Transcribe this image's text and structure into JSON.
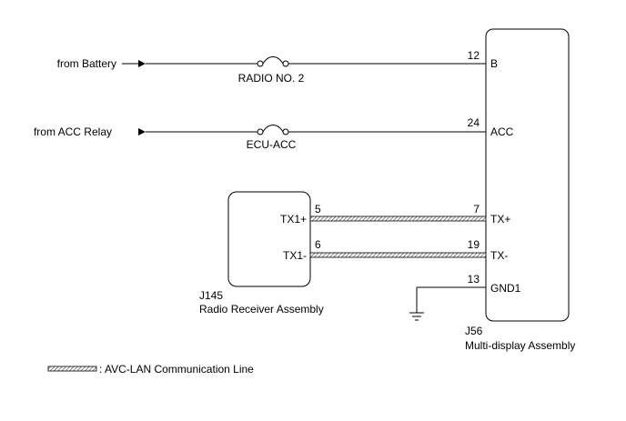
{
  "sources": {
    "battery": "from Battery",
    "acc_relay": "from ACC Relay"
  },
  "fuses": {
    "radio": "RADIO NO. 2",
    "ecu_acc": "ECU-ACC"
  },
  "radio_receiver": {
    "id": "J145",
    "name": "Radio Receiver Assembly",
    "pins": [
      {
        "label": "TX1+",
        "number": "5"
      },
      {
        "label": "TX1-",
        "number": "6"
      }
    ]
  },
  "multi_display": {
    "id": "J56",
    "name": "Multi-display Assembly",
    "pins": [
      {
        "label": "B",
        "number": "12"
      },
      {
        "label": "ACC",
        "number": "24"
      },
      {
        "label": "TX+",
        "number": "7"
      },
      {
        "label": "TX-",
        "number": "19"
      },
      {
        "label": "GND1",
        "number": "13"
      }
    ]
  },
  "legend": {
    "label": ": AVC-LAN Communication Line"
  },
  "colors": {
    "line": "#000000",
    "twisted_pair_fill": "#bfbfbf"
  }
}
